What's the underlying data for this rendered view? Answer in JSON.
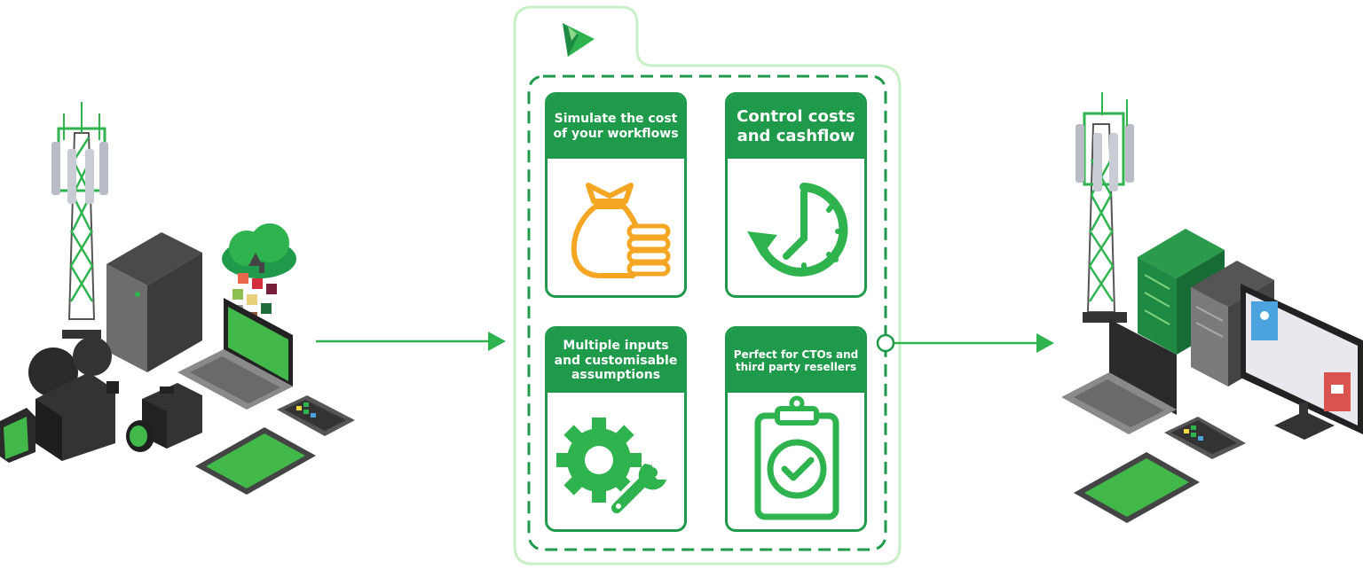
{
  "cards": [
    {
      "title": "Simulate the cost of your workflows",
      "icon": "money-bag-coins-icon"
    },
    {
      "title": "Control costs and cashflow",
      "icon": "clock-history-icon"
    },
    {
      "title": "Multiple inputs and customisable assumptions",
      "icon": "gear-wrench-icon"
    },
    {
      "title": "Perfect for CTOs and third party resellers",
      "icon": "clipboard-check-icon"
    }
  ],
  "colors": {
    "brand_green": "#1f9a4a",
    "light_green": "#42b84a",
    "outline_green": "#c9efc6",
    "orange": "#f5a623",
    "dark_gray": "#3a3a3a",
    "server_green": "#1f8a44"
  },
  "left_devices": [
    "cell-tower-icon",
    "server-tower-icon",
    "cloud-icon",
    "laptop-icon",
    "video-camera-icon",
    "photo-camera-icon",
    "phone-icon",
    "tablet-icon"
  ],
  "right_devices": [
    "cell-tower-icon",
    "server-green-icon",
    "server-gray-icon",
    "laptop-icon",
    "monitor-icon",
    "phone-icon",
    "tablet-icon"
  ]
}
